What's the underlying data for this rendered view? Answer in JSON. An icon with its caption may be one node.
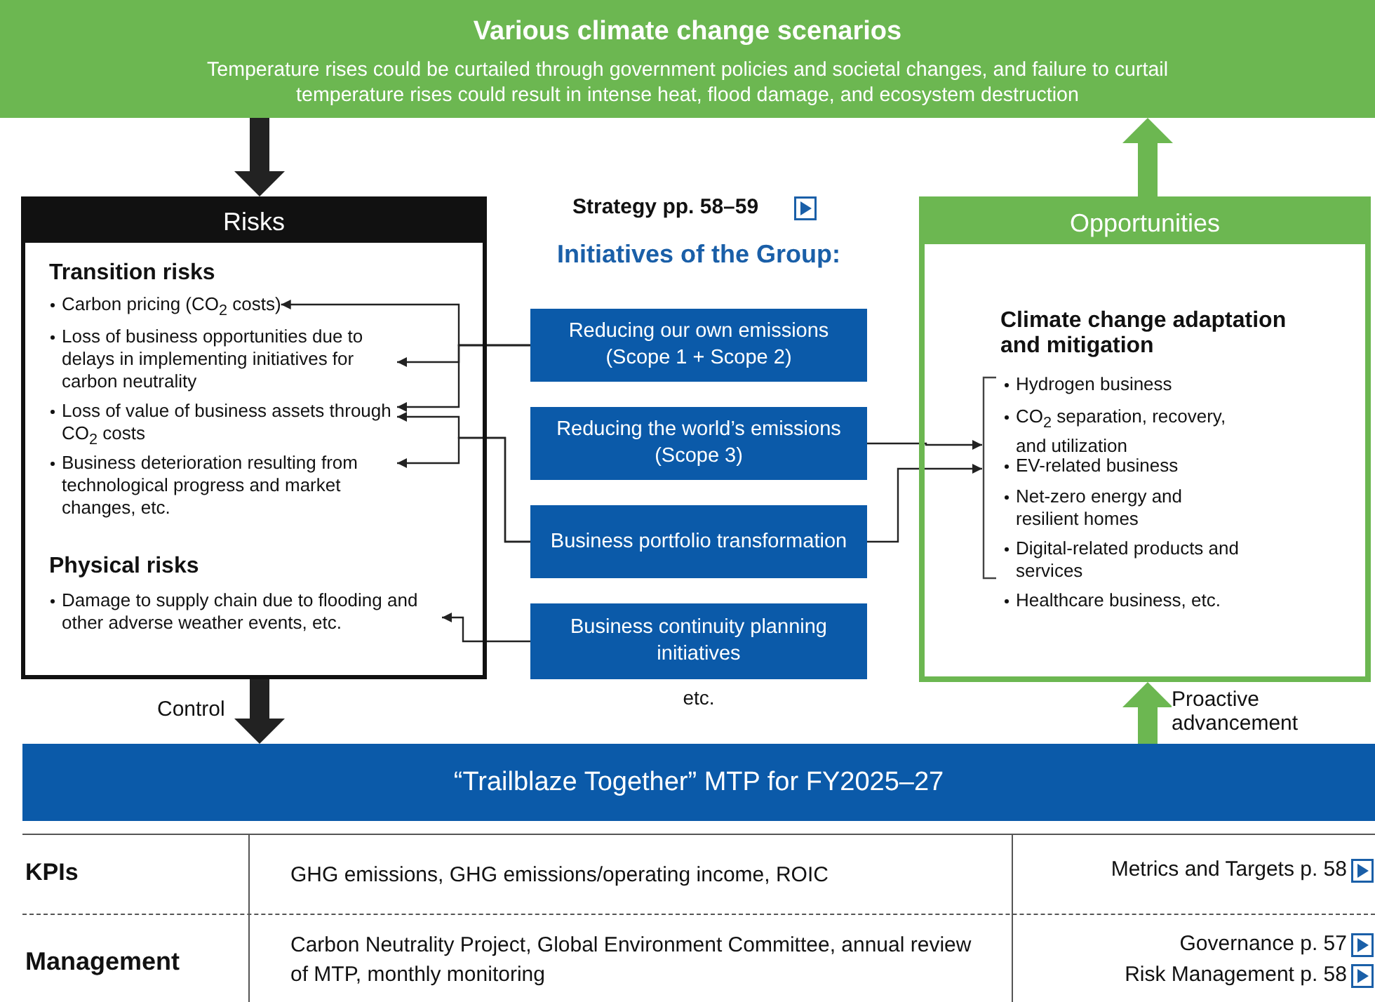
{
  "diagram": {
    "nodes": [
      {
        "text": [
          "Various climate change scenarios",
          "Temperature rises could be curtailed through government policies and societal changes, and failure to curtail temperature rises could result in intense heat, flood damage, and ecosystem destruction"
        ]
      },
      {
        "text": [
          "Risks",
          "Transition risks",
          "Physical risks"
        ]
      },
      {
        "text": [
          "Carbon pricing (CO$_{2}$ costs)"
        ],
        "in": 1
      },
      {
        "text": [
          "Loss of business opportunities due to delays in implementing initiatives for carbon neutrality"
        ],
        "in": 1
      },
      {
        "text": [
          "Loss of value of business assets through CO$_{2}$ costs"
        ],
        "in": 1
      },
      {
        "text": [
          "Business deterioration resulting from technological progress and market changes, etc."
        ],
        "in": 1
      },
      {
        "text": [
          "Damage to supply chain due to flooding and other adverse weather events, etc."
        ],
        "in": 1
      },
      {
        "text": [
          "Reducing our own emissions (Scope 1 + Scope 2)"
        ]
      },
      {
        "text": [
          "Reducing the world’s emissions (Scope 3)"
        ]
      },
      {
        "text": [
          "Business portfolio transformation"
        ]
      },
      {
        "text": [
          "Business continuity planning initiatives"
        ]
      },
      {
        "text": [
          "Opportunities",
          "Climate change adaptation and mitigation"
        ]
      },
      {
        "text": [],
        "shape": "bracket",
        "in": 11
      },
      {
        "text": [
          "Hydrogen business"
        ],
        "in": 11
      },
      {
        "text": [
          "CO$_{2}$ separation, recovery, and utilization"
        ],
        "in": 11
      },
      {
        "text": [
          "EV-related business"
        ],
        "in": 11
      },
      {
        "text": [
          "Net-zero energy and resilient homes"
        ],
        "in": 11
      },
      {
        "text": [
          "Digital-related products and services"
        ],
        "in": 11
      },
      {
        "text": [
          "Healthcare business, etc."
        ],
        "in": 11
      },
      {
        "text": [
          "“Trailblaze Together” MTP for FY2025–27"
        ]
      }
    ],
    "edges": [
      {
        "from": 0,
        "to": 1,
        "arrow": "to",
        "style": "thick"
      },
      {
        "from": 11,
        "to": 0,
        "arrow": "to",
        "style": "thick",
        "color": "#6cb751"
      },
      {
        "from": 7,
        "to": 2,
        "arrow": "to"
      },
      {
        "from": 7,
        "to": 3,
        "arrow": "to"
      },
      {
        "from": 7,
        "to": 4,
        "arrow": "to"
      },
      {
        "from": 9,
        "to": 4,
        "arrow": "to"
      },
      {
        "from": 9,
        "to": 5,
        "arrow": "to"
      },
      {
        "from": 10,
        "to": 6,
        "arrow": "to"
      },
      {
        "from": 8,
        "to": 12,
        "arrow": "to"
      },
      {
        "from": 9,
        "to": 12,
        "arrow": "to"
      },
      {
        "from": 1,
        "to": 19,
        "arrow": "to",
        "style": "thick",
        "label": "Control"
      },
      {
        "from": 19,
        "to": 11,
        "arrow": "to",
        "style": "thick",
        "color": "#6cb751",
        "label": "Proactive advancement"
      }
    ],
    "labels": [
      "Strategy pp. 58–59",
      "Initiatives of the Group:",
      "etc.",
      "KPIs",
      "GHG emissions, GHG emissions/operating income, ROIC",
      "Metrics and Targets p. 58",
      "Management",
      "Carbon Neutrality Project, Global Environment Committee, annual review of MTP, monthly monitoring",
      "Governance p. 57",
      "Risk Management p. 58"
    ]
  }
}
